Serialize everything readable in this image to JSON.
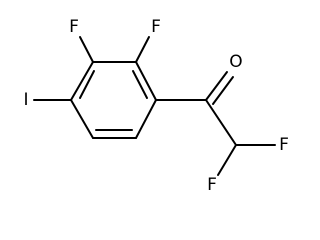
{
  "molecule": {
    "atoms": [
      {
        "id": "f_top_left",
        "label": "F"
      },
      {
        "id": "f_top_right",
        "label": "F"
      },
      {
        "id": "i",
        "label": "I"
      },
      {
        "id": "o",
        "label": "O"
      },
      {
        "id": "f_chf2_right",
        "label": "F"
      },
      {
        "id": "f_chf2_bottom",
        "label": "F"
      }
    ]
  }
}
